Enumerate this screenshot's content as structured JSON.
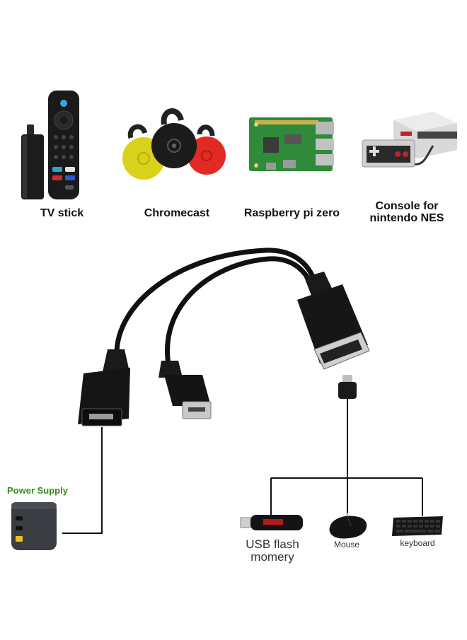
{
  "devices": {
    "tv_stick": "TV stick",
    "chromecast": "Chromecast",
    "raspberry_pi": "Raspberry pi zero",
    "nes_console": "Console for\nnintendo NES"
  },
  "power_supply": "Power Supply",
  "peripherals": {
    "usb_flash": "USB flash\nmomery",
    "mouse": "Mouse",
    "keyboard": "keyboard"
  },
  "colors": {
    "power_label": "#3a8a1e",
    "cable": "#111111",
    "chromecast_yellow": "#d9d21a",
    "chromecast_red": "#e32a22",
    "pcb_green": "#2f8a3a"
  }
}
